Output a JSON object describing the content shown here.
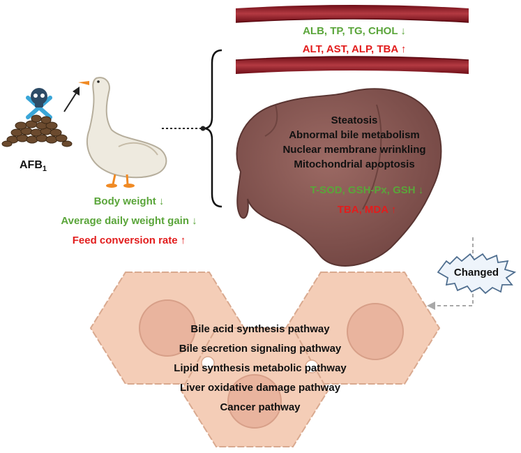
{
  "vessel": {
    "line1": "ALB, TP, TG, CHOL",
    "line1_arrow": "↓",
    "line2": "ALT, AST, ALP, TBA",
    "line2_arrow": "↑"
  },
  "toxin": {
    "label": "AFB",
    "subscript": "1"
  },
  "goose_effects": {
    "line1": "Body weight",
    "line1_arrow": "↓",
    "line2": "Average daily weight gain",
    "line2_arrow": "↓",
    "line3": "Feed conversion rate",
    "line3_arrow": "↑"
  },
  "liver": {
    "lines": [
      "Steatosis",
      "Abnormal bile metabolism",
      "Nuclear membrane wrinkling",
      "Mitochondrial apoptosis"
    ],
    "green_line": "T-SOD, GSH-Px, GSH",
    "green_arrow": "↓",
    "red_line": "TBA, MDA",
    "red_arrow": "↑"
  },
  "changed_label": "Changed",
  "pathways": [
    "Bile acid synthesis pathway",
    "Bile secretion signaling pathway",
    "Lipid synthesis metabolic pathway",
    "Liver oxidative damage pathway",
    "Cancer pathway"
  ],
  "colors": {
    "green": "#5aa53a",
    "red": "#e21d1d",
    "vessel": "#8e1b24",
    "liver": "#8a5a56",
    "cell": "#f4cdb7",
    "skull": "#3aa6d8"
  }
}
